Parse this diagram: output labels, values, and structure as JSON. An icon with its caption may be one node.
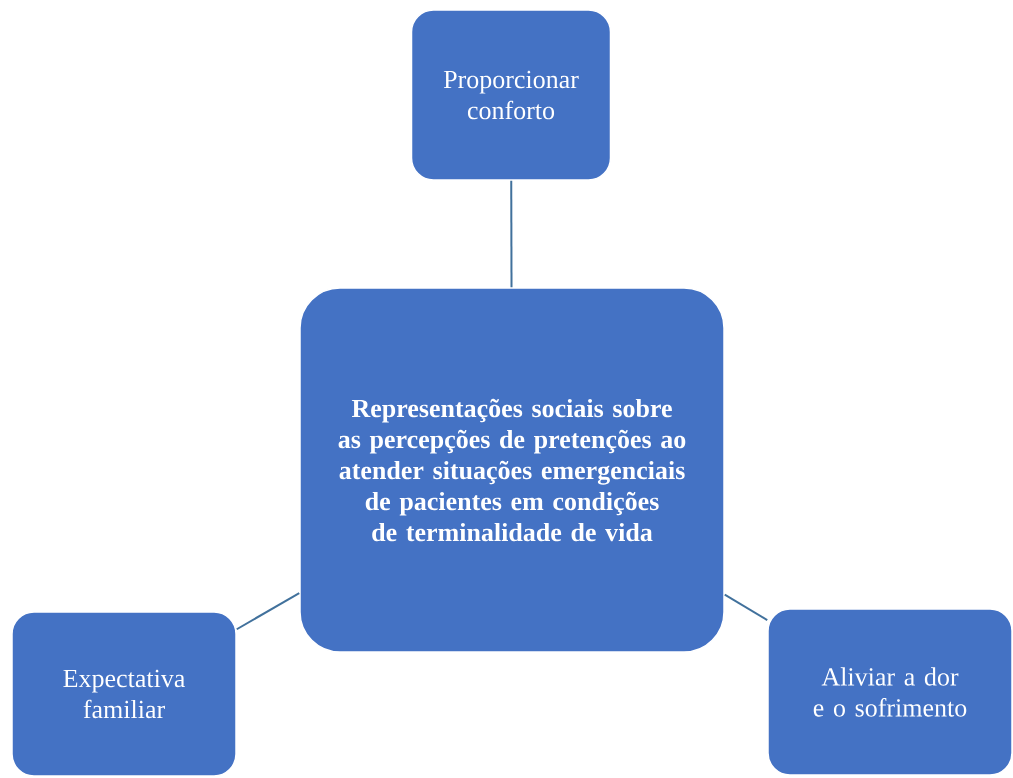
{
  "diagram": {
    "nodes": [
      {
        "text": [
          "Proporcionar conforto"
        ]
      },
      {
        "text": [
          "Representações sociais sobre as percepções de pretenções ao atender situações emergenciais de pacientes em condições de terminalidade de vida"
        ]
      },
      {
        "text": [
          "Expectativa familiar"
        ]
      },
      {
        "text": [
          "Aliviar a dor e o sofrimento"
        ]
      }
    ],
    "edges": [
      {
        "from": 1,
        "to": 0,
        "arrow": "none"
      },
      {
        "from": 1,
        "to": 2,
        "arrow": "none"
      },
      {
        "from": 1,
        "to": 3,
        "arrow": "none"
      }
    ]
  }
}
